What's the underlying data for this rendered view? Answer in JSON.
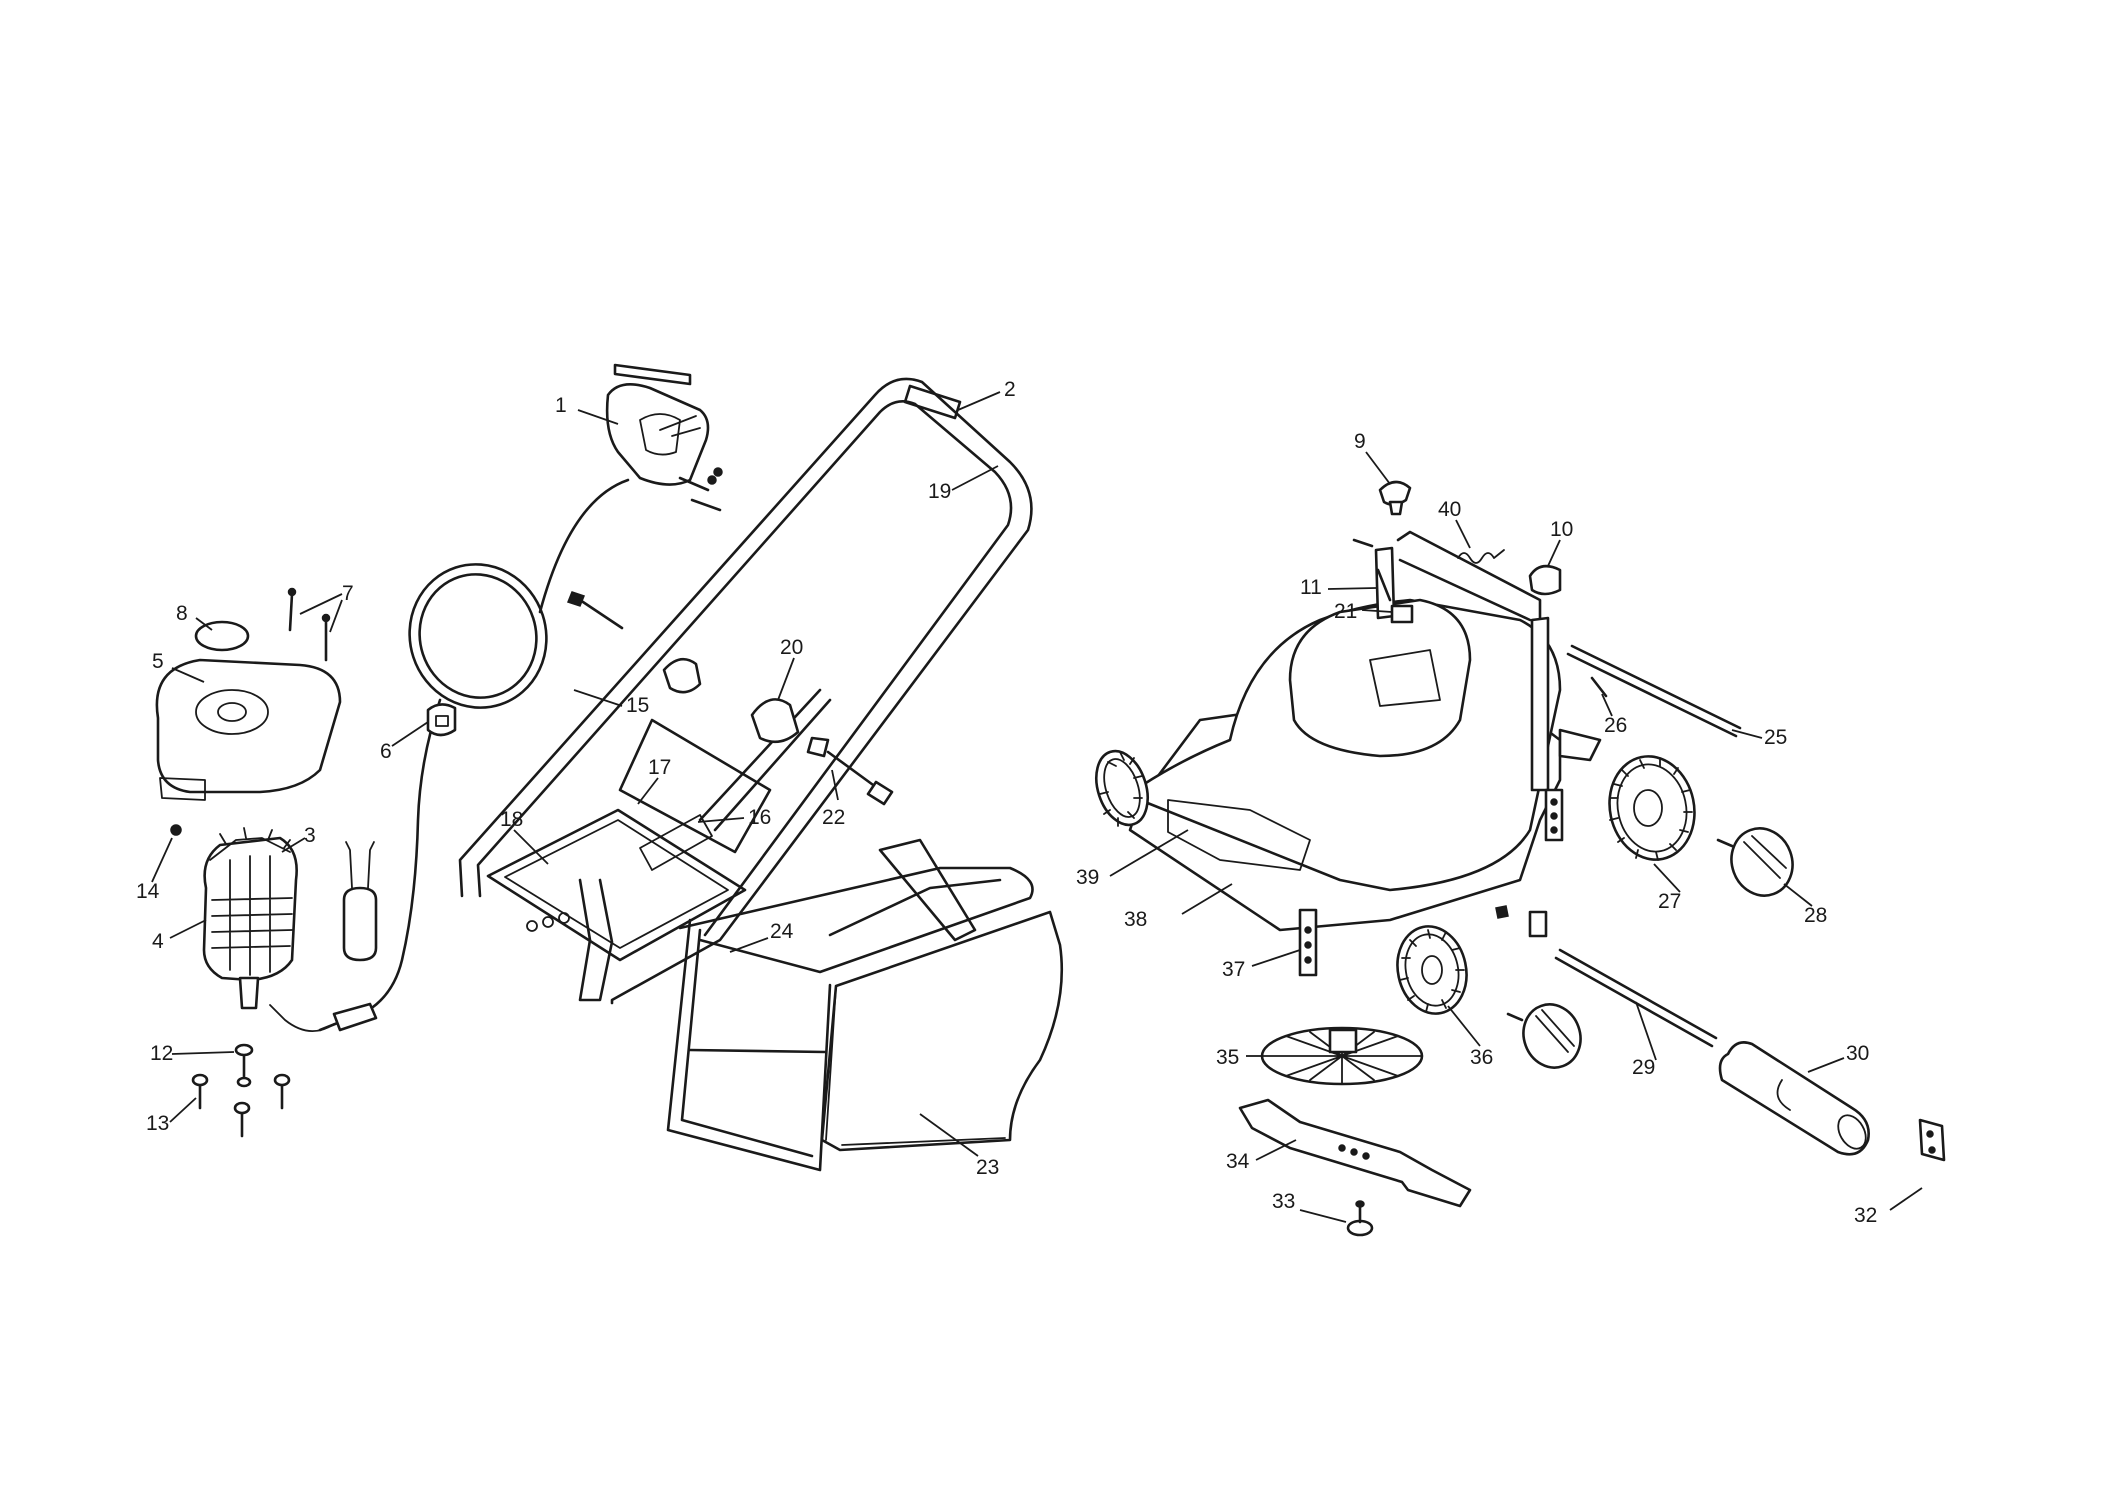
{
  "callouts": [
    "1",
    "2",
    "3",
    "4",
    "5",
    "6",
    "7",
    "8",
    "9",
    "10",
    "11",
    "12",
    "13",
    "14",
    "15",
    "16",
    "17",
    "18",
    "19",
    "20",
    "21",
    "22",
    "23",
    "24",
    "25",
    "26",
    "27",
    "28",
    "29",
    "30",
    "32",
    "33",
    "34",
    "35",
    "36",
    "37",
    "38",
    "39",
    "40"
  ]
}
